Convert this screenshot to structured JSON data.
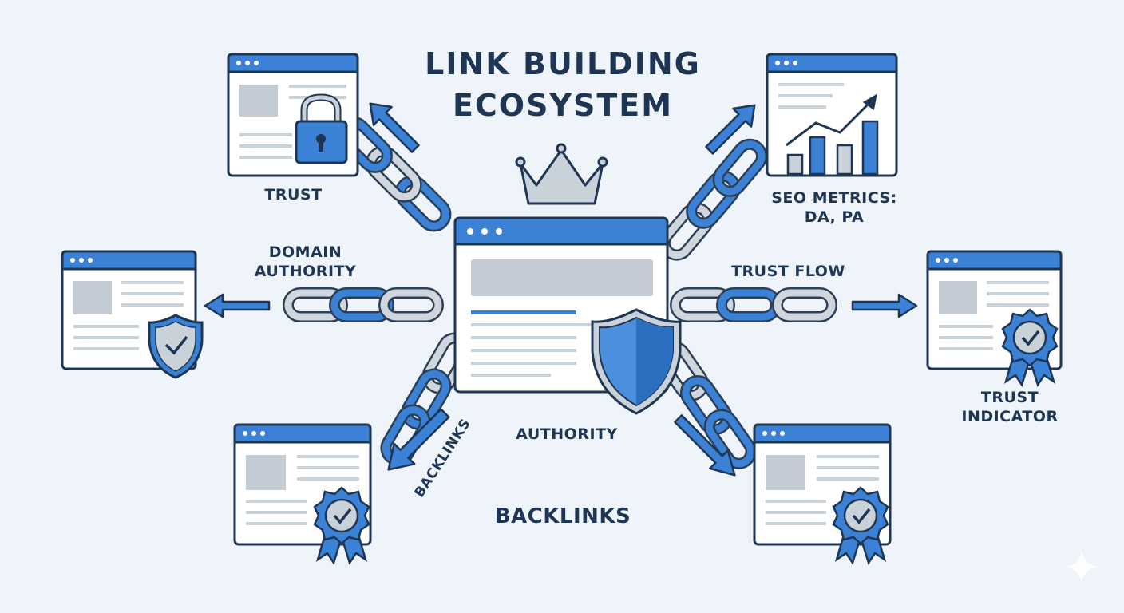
{
  "title": {
    "line1": "LINK BUILDING",
    "line2": "ECOSYSTEM"
  },
  "labels": {
    "trust": "TRUST",
    "seo_metrics_line1": "SEO METRICS:",
    "seo_metrics_line2": "DA, PA",
    "domain_authority_line1": "DOMAIN",
    "domain_authority_line2": "AUTHORITY",
    "trust_flow": "TRUST FLOW",
    "trust_indicator_line1": "TRUST",
    "trust_indicator_line2": "INDICATOR",
    "authority": "AUTHORITY",
    "backlinks_rotated": "BACKLINKS",
    "backlinks": "BACKLINKS"
  },
  "colors": {
    "background": "#eef4fa",
    "brand_blue": "#3b82d6",
    "dark_navy": "#1e3653",
    "chain_gray": "#cfd6de",
    "placeholder_gray": "#b8c2cc",
    "line_gray": "#c9d1d9"
  },
  "icons": [
    "lock-icon",
    "bar-chart-icon",
    "shield-check-icon",
    "award-badge-icon",
    "crown-icon",
    "shield-icon",
    "chain-link-icon",
    "arrow-icon"
  ]
}
